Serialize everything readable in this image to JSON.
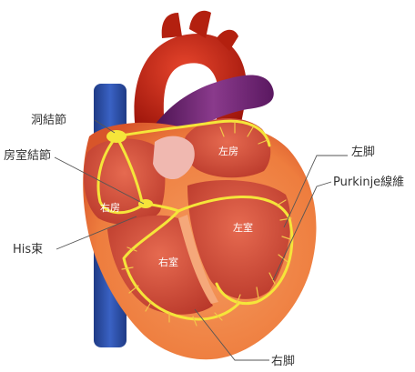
{
  "labels": {
    "sa_node": "洞結節",
    "av_node": "房室結節",
    "his_bundle": "His束",
    "right_atrium": "右房",
    "left_atrium": "左房",
    "left_ventricle": "左室",
    "right_ventricle": "右室",
    "left_bundle_branch": "左脚",
    "purkinje_fibers": "Purkinje線維",
    "right_bundle_branch": "右脚"
  },
  "colors": {
    "conduction_path": "#f5e53a",
    "vena_cava": "#2a4a9c",
    "aorta": "#c81e10",
    "pulmonary_artery": "#6a1c6e",
    "myocardium": "#f07a3c",
    "chamber": "#d84a34"
  }
}
